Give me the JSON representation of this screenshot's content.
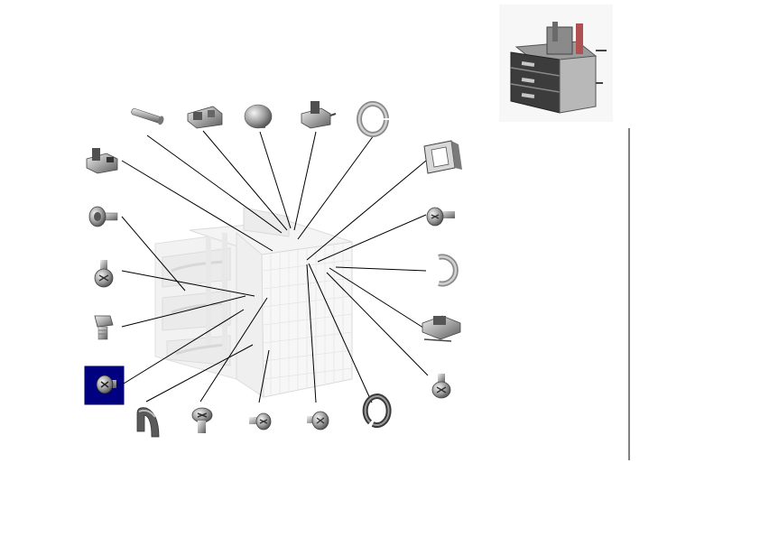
{
  "diagram": {
    "selected_part": "screw-highlighted",
    "highlight_color": "#000080",
    "parts": [
      {
        "id": "long-pin",
        "icon": "long-pin-icon"
      },
      {
        "id": "clip-top",
        "icon": "clip-icon"
      },
      {
        "id": "mushroom-knob",
        "icon": "knob-icon"
      },
      {
        "id": "bracket-clip",
        "icon": "bracket-clip-icon"
      },
      {
        "id": "e-ring-top",
        "icon": "e-ring-icon"
      },
      {
        "id": "slide-latch",
        "icon": "latch-icon"
      },
      {
        "id": "flange-screw-left",
        "icon": "screw-icon"
      },
      {
        "id": "phillips-screw-left",
        "icon": "screw-icon"
      },
      {
        "id": "hex-bolt-left",
        "icon": "bolt-icon"
      },
      {
        "id": "screw-highlighted",
        "icon": "screw-icon"
      },
      {
        "id": "c-clip-bottom",
        "icon": "c-clip-icon"
      },
      {
        "id": "screw-bottom-1",
        "icon": "screw-icon"
      },
      {
        "id": "screw-bottom-2",
        "icon": "screw-icon"
      },
      {
        "id": "screw-bottom-3",
        "icon": "screw-icon"
      },
      {
        "id": "e-ring-bottom",
        "icon": "e-ring-icon"
      },
      {
        "id": "square-clip-right",
        "icon": "frame-clip-icon"
      },
      {
        "id": "flange-screw-right",
        "icon": "screw-icon"
      },
      {
        "id": "e-ring-right",
        "icon": "e-ring-icon"
      },
      {
        "id": "bracket-right",
        "icon": "bracket-icon"
      },
      {
        "id": "phillips-screw-right",
        "icon": "screw-icon"
      }
    ]
  }
}
